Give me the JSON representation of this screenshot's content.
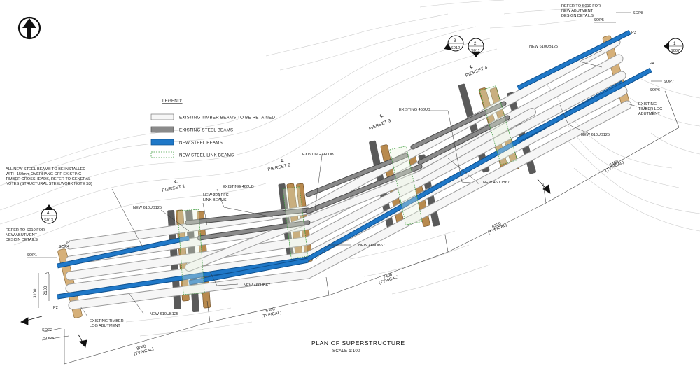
{
  "legend": {
    "title": "LEGEND:",
    "items": [
      {
        "label": "EXISTING TIMBER BEAMS TO BE RETAINED",
        "color": "#f6f6f6"
      },
      {
        "label": "EXISTING STEEL BEAMS",
        "color": "#8a8a8a"
      },
      {
        "label": "NEW STEEL BEAMS",
        "color": "#1f78c8"
      },
      {
        "label": "NEW STEEL LINK BEAMS",
        "color": "#3a9a3a"
      }
    ]
  },
  "title": {
    "main": "PLAN OF SUPERSTRUCTURE",
    "scale": "SCALE 1:100"
  },
  "piersets": [
    "PIERSET 1",
    "PIERSET 2",
    "PIERSET 3",
    "PIERSET 4"
  ],
  "cl_symbol": "℄",
  "notes": {
    "general_line1": "ALL NEW STEEL BEAMS TO BE INSTALLED",
    "general_line2": "WITH 150mm OVERHANG OFF EXISTING",
    "general_line3": "TIMBER CROSSHEADS, REFER TO GENERAL",
    "general_line4": "NOTES (STRUCTURAL STEELWORK NOTE S3)",
    "left_abut_line1": "REFER TO S010 FOR",
    "left_abut_line2": "NEW ABUTMENT",
    "left_abut_line3": "DESIGN DETAILS",
    "right_abut_line1": "REFER TO S010 FOR",
    "right_abut_line2": "NEW ABUTMENT",
    "right_abut_line3": "DESIGN DETAILS",
    "left_log_line1": "EXISTING TIMBER",
    "left_log_line2": "LOG ABUTMENT",
    "right_log_line1": "EXISTING",
    "right_log_line2": "TIMBER LOG",
    "right_log_line3": "ABUTMENT"
  },
  "labels": {
    "new_610_a": "NEW 610UB125",
    "new_610_b": "NEW 610UB125",
    "new_610_c": "NEW 610UB125",
    "new_610_d": "NEW 610UB125",
    "new_460_a": "NEW 460UB67",
    "new_460_b": "NEW 460UB67",
    "new_460_c": "NEW 460UB67",
    "ex_460_a": "EXISTING 460UB",
    "ex_460_b": "EXISTING 460UB",
    "ex_460_c": "EXISTING 460UB",
    "pfc_line1": "NEW 300 PFC",
    "pfc_line2": "LINK BEAMS"
  },
  "points": {
    "sop1": "SOP1",
    "sop2": "SOP2",
    "sop3": "SOP3",
    "sop4": "SOP4",
    "sop5": "SOP5",
    "sop6": "SOP6",
    "sop7": "SOP7",
    "sop8": "SOP8",
    "p1": "P1",
    "p2": "P2",
    "p3": "P3",
    "p4": "P4"
  },
  "dimensions": {
    "d8040": "8040",
    "d6340": "6340",
    "d7400": "7400",
    "d6320": "6320",
    "d8480": "8480",
    "typical": "(TYPICAL)",
    "d3100": "3100",
    "d2100": "2100"
  },
  "sections": [
    {
      "num": "1",
      "sheet": "S007"
    },
    {
      "num": "2",
      "sheet": "S011"
    },
    {
      "num": "3",
      "sheet": "S012"
    },
    {
      "num": "4",
      "sheet": "S013"
    }
  ]
}
